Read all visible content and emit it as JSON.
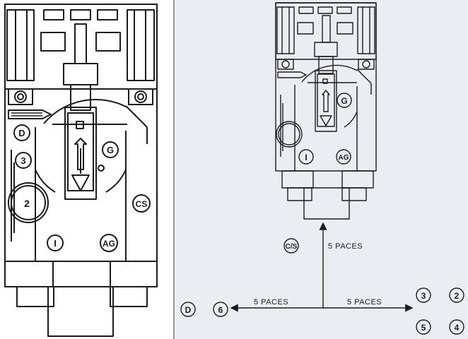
{
  "left_diagram": {
    "positions": [
      "D",
      "3",
      "2",
      "G",
      "CS",
      "I",
      "AG"
    ]
  },
  "right_diagram": {
    "vehicle_positions": [
      "G",
      "I",
      "AG"
    ],
    "outside_positions": [
      "C/S",
      "D",
      "6",
      "3",
      "2",
      "5",
      "4"
    ],
    "distance_labels": {
      "vertical": "5 PACES",
      "left": "5 PACES",
      "right": "5 PACES"
    }
  },
  "colors": {
    "line": "#1c1c1c",
    "left_background": "#ffffff",
    "right_background": "#ecedf2",
    "divider": "#9a9aa4"
  }
}
